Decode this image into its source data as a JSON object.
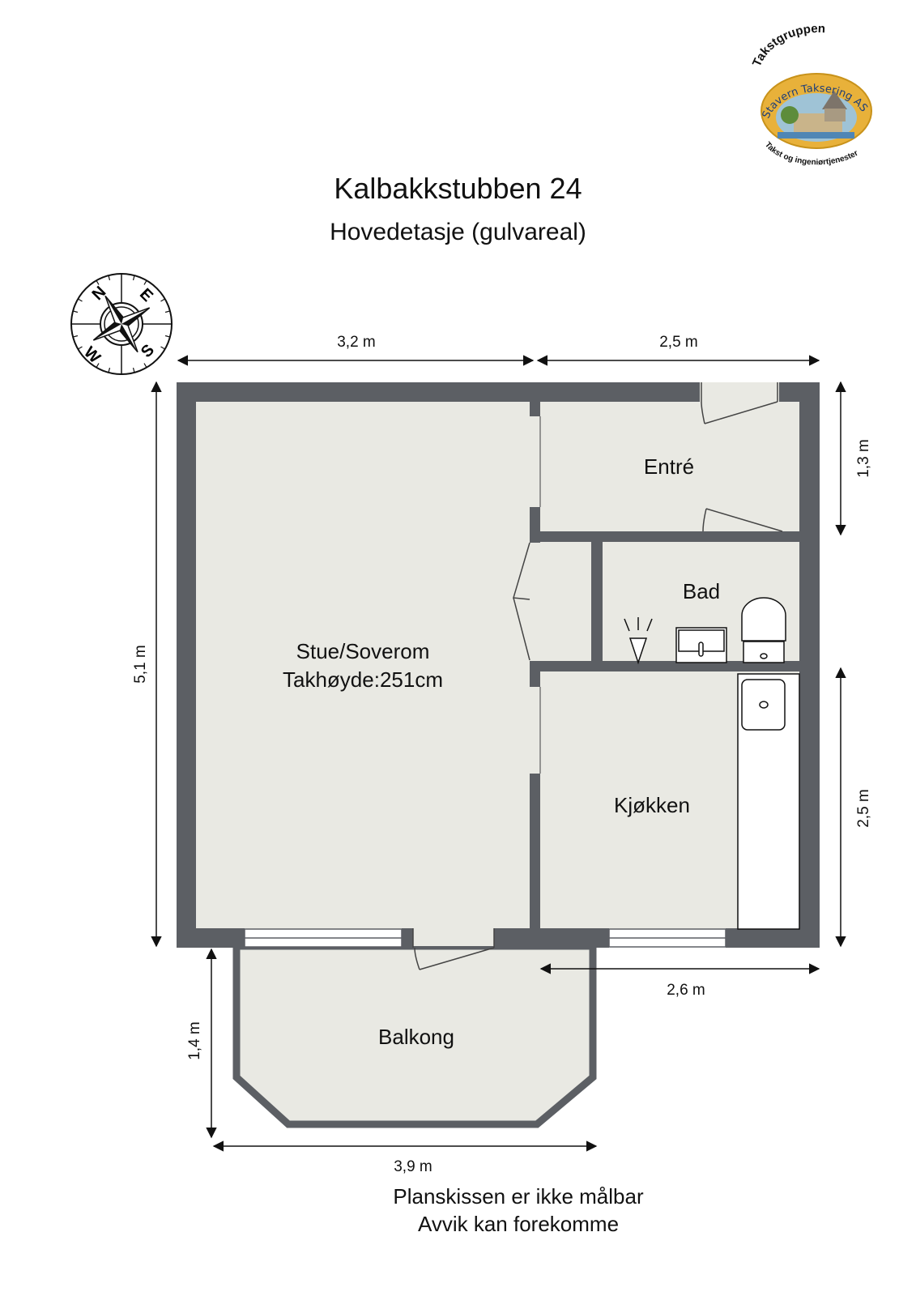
{
  "header": {
    "title": "Kalbakkstubben 24",
    "subtitle": "Hovedetasje (gulvareal)"
  },
  "logo": {
    "top_text": "Takstgruppen",
    "middle_text": "Stavern Taksering AS",
    "bottom_text": "Takst og ingeniørtjenester",
    "ring_color": "#e8b13a"
  },
  "compass": {
    "labels": [
      "N",
      "E",
      "S",
      "W"
    ],
    "icon": "compass-rose-icon"
  },
  "rooms": [
    {
      "id": "stue",
      "label_line1": "Stue/Soverom",
      "label_line2": "Takhøyde:251cm"
    },
    {
      "id": "entre",
      "label_line1": "Entré"
    },
    {
      "id": "bad",
      "label_line1": "Bad"
    },
    {
      "id": "kjokken",
      "label_line1": "Kjøkken"
    },
    {
      "id": "balkong",
      "label_line1": "Balkong"
    }
  ],
  "dimensions": {
    "top_left": "3,2 m",
    "top_right": "2,5 m",
    "left": "5,1 m",
    "right_top": "1,3 m",
    "right_bottom": "2,5 m",
    "bottom_right": "2,6 m",
    "balcony_height": "1,4 m",
    "balcony_width": "3,9 m"
  },
  "footer": {
    "line1": "Planskissen er ikke målbar",
    "line2": "Avvik kan forekomme"
  },
  "colors": {
    "wall": "#5c5f64",
    "floor": "#e9e9e3",
    "fixture": "#ffffff",
    "line": "#111111"
  }
}
